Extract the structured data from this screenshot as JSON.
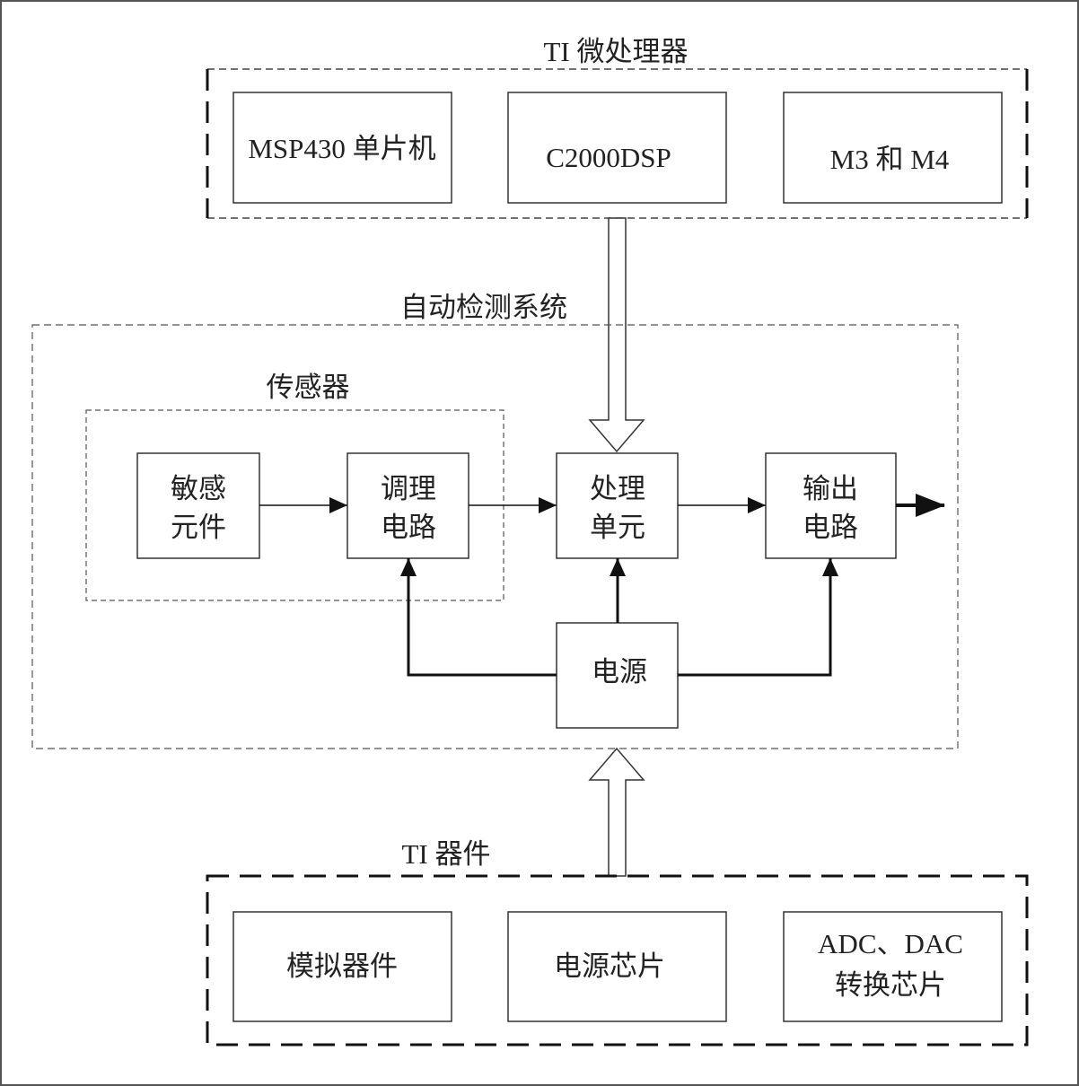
{
  "ti_processor": {
    "title": "TI 微处理器",
    "items": [
      "MSP430 单片机",
      "C2000DSP",
      "M3 和 M4"
    ]
  },
  "auto_detection_system": {
    "title": "自动检测系统",
    "sensor": {
      "title": "传感器",
      "sensing_element": [
        "敏感",
        "元件"
      ],
      "conditioning_circuit": [
        "调理",
        "电路"
      ]
    },
    "processing_unit": [
      "处理",
      "单元"
    ],
    "output_circuit": [
      "输出",
      "电路"
    ],
    "power_supply": "电源"
  },
  "ti_devices": {
    "title": "TI 器件",
    "items": [
      {
        "lines": [
          "模拟器件"
        ]
      },
      {
        "lines": [
          "电源芯片"
        ]
      },
      {
        "lines": [
          "ADC、DAC",
          "转换芯片"
        ]
      }
    ]
  }
}
